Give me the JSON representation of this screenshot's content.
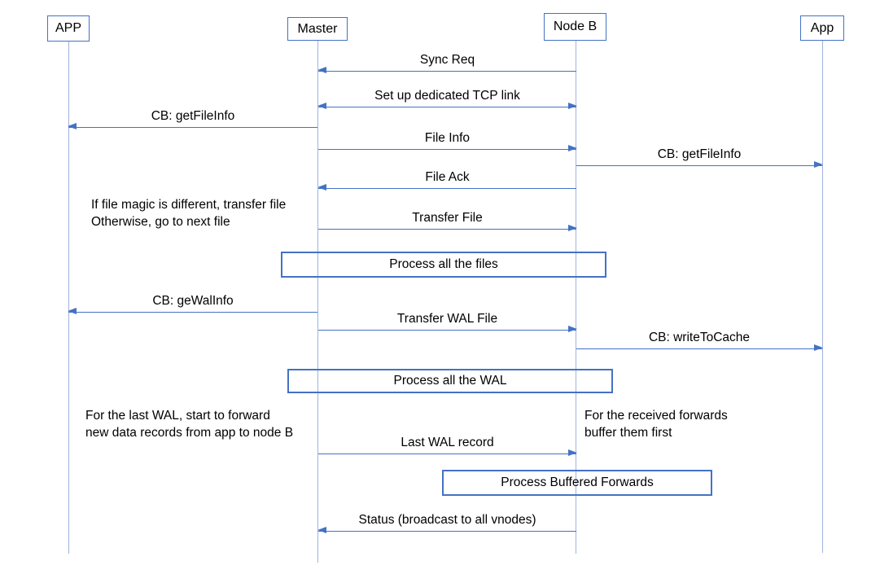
{
  "diagram": {
    "type": "sequence-diagram",
    "actors": [
      {
        "id": "app-left",
        "label": "APP"
      },
      {
        "id": "master",
        "label": "Master"
      },
      {
        "id": "node-b",
        "label": "Node B"
      },
      {
        "id": "app-right",
        "label": "App"
      }
    ],
    "messages": [
      {
        "label": "Sync Req",
        "from": "Node B",
        "to": "Master",
        "bidirectional": false
      },
      {
        "label": "Set up dedicated TCP link",
        "from": "Master",
        "to": "Node B",
        "bidirectional": true
      },
      {
        "label": "CB: getFileInfo",
        "from": "Master",
        "to": "APP",
        "bidirectional": false
      },
      {
        "label": "File Info",
        "from": "Master",
        "to": "Node B",
        "bidirectional": false
      },
      {
        "label": "CB: getFileInfo",
        "from": "Node B",
        "to": "App",
        "bidirectional": false
      },
      {
        "label": "File Ack",
        "from": "Node B",
        "to": "Master",
        "bidirectional": false
      },
      {
        "label": "Transfer File",
        "from": "Master",
        "to": "Node B",
        "bidirectional": false
      },
      {
        "label": "CB: geWalInfo",
        "from": "Master",
        "to": "APP",
        "bidirectional": false
      },
      {
        "label": "Transfer WAL File",
        "from": "Master",
        "to": "Node B",
        "bidirectional": false
      },
      {
        "label": "CB: writeToCache",
        "from": "Node B",
        "to": "App",
        "bidirectional": false
      },
      {
        "label": "Last WAL record",
        "from": "Master",
        "to": "Node B",
        "bidirectional": false
      },
      {
        "label": "Status (broadcast to all vnodes)",
        "from": "Node B",
        "to": "Master",
        "bidirectional": false
      }
    ],
    "process_boxes": [
      {
        "label": "Process all the files"
      },
      {
        "label": "Process all the WAL"
      },
      {
        "label": "Process Buffered Forwards"
      }
    ],
    "notes": [
      {
        "text": "If file magic is different, transfer file\nOtherwise, go to next file"
      },
      {
        "text": "For the last WAL, start to forward\nnew data records from app to node B"
      },
      {
        "text": "For the received forwards\nbuffer them first"
      }
    ],
    "colors": {
      "arrow": "#4472C4",
      "lifeline": "#9FB3DE",
      "box_border": "#4472C4",
      "text": "#000000",
      "background": "#FFFFFF"
    }
  }
}
